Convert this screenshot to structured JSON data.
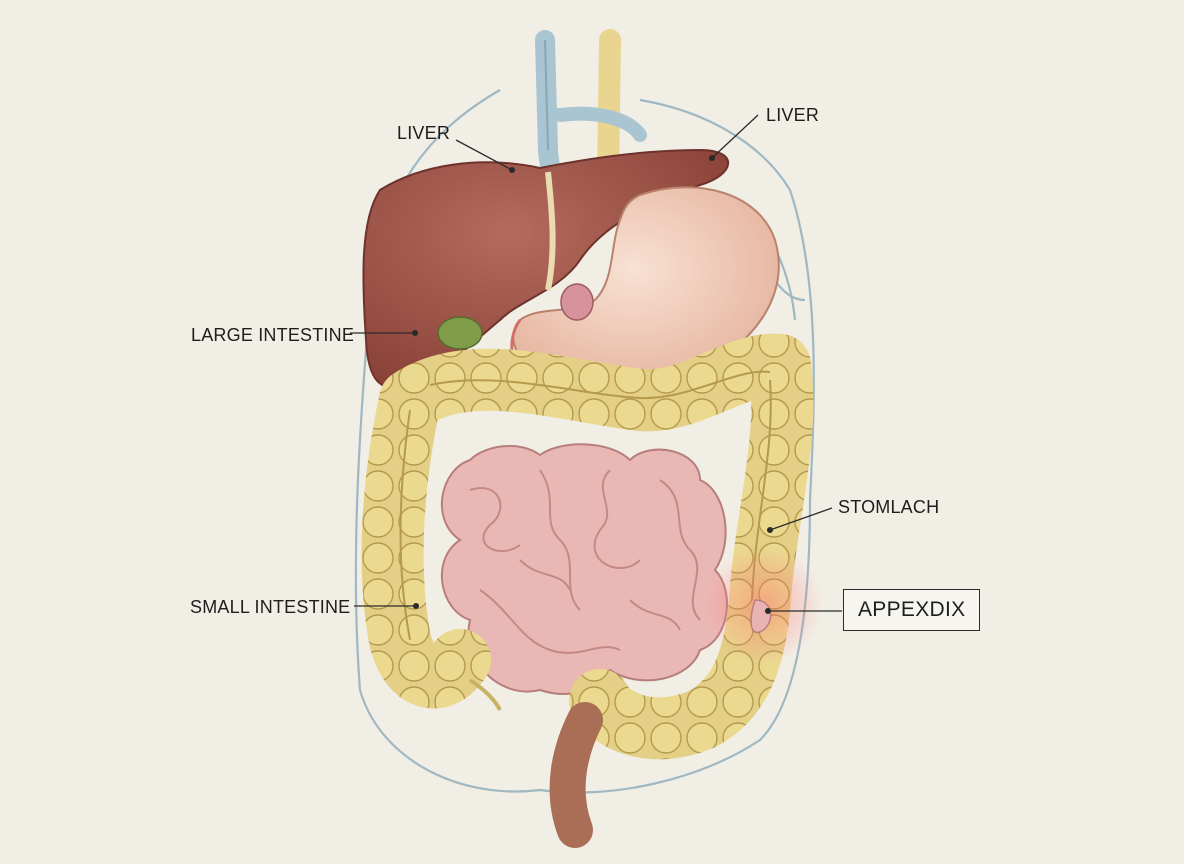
{
  "labels": {
    "liver_left": "LIVER",
    "liver_right": "LIVER",
    "large_intestine": "LARGE INTESTINE",
    "stomach": "STOMLACH",
    "small_intestine": "SMALL INTESTINE",
    "appendix": "APPEXDIX"
  },
  "colors": {
    "background": "#f1eee6",
    "liver": "#9c5148",
    "stomach": "#efc7b5",
    "large_intestine": "#e3cf86",
    "small_intestine": "#eab8b4",
    "gallbladder": "#7f9d49",
    "vein": "#a9c5d2",
    "artery_yellow": "#e9d58f",
    "highlight": "#f06060",
    "leader_line": "#2b2b2b"
  }
}
